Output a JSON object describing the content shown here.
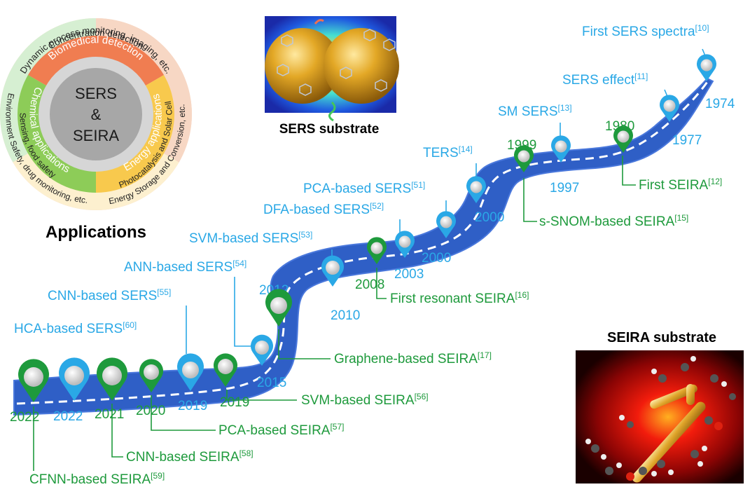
{
  "colors": {
    "road": "#2f5fc6",
    "road_edge": "#3d6fd6",
    "dash": "#ffffff",
    "sers": "#2aa8e6",
    "seira": "#1e9a3c",
    "wheel_outer": "#f7d7c4",
    "wheel_bio": "#f07d51",
    "wheel_chem": "#8dcc58",
    "wheel_chem_outer": "#d6efd2",
    "wheel_energy": "#f8c94d",
    "wheel_energy_outer": "#fdf0cf",
    "core_ring": "#d6d6d6",
    "core": "#a7a7a7"
  },
  "wheel": {
    "center_line1": "SERS",
    "center_line2": "&",
    "center_line3": "SEIRA",
    "bio_inner": "Biomedical detection",
    "bio_outer_1": "Concentration detection",
    "bio_outer_2": "Dynamic process monitoring, imaging, etc.",
    "chem_inner": "Chemical applications",
    "chem_outer_1": "Sensing, food safety",
    "chem_outer_2": "Environment Safety, drug monitoring, etc.",
    "energy_inner": "Energy applications",
    "energy_outer_1": "Photocatalysis and Solar Cell",
    "energy_outer_2": "Energy Storage and Conversion, etc.",
    "caption": "Applications"
  },
  "substrates": {
    "sers_caption": "SERS substrate",
    "seira_caption": "SEIRA substrate"
  },
  "sers_labels": [
    {
      "text": "First SERS spectra",
      "ref": "[10]"
    },
    {
      "text": "SERS effect",
      "ref": "[11]"
    },
    {
      "text": "SM SERS",
      "ref": "[13]"
    },
    {
      "text": "TERS",
      "ref": "[14]"
    },
    {
      "text": "PCA-based SERS",
      "ref": "[51]"
    },
    {
      "text": "DFA-based SERS",
      "ref": "[52]"
    },
    {
      "text": "SVM-based SERS",
      "ref": "[53]"
    },
    {
      "text": "ANN-based SERS",
      "ref": "[54]"
    },
    {
      "text": "CNN-based SERS",
      "ref": "[55]"
    },
    {
      "text": "HCA-based SERS",
      "ref": "[60]"
    }
  ],
  "seira_labels": [
    {
      "text": "First SEIRA",
      "ref": "[12]"
    },
    {
      "text": "s-SNOM-based SEIRA",
      "ref": "[15]"
    },
    {
      "text": "First resonant SEIRA",
      "ref": "[16]"
    },
    {
      "text": "Graphene-based SEIRA",
      "ref": "[17]"
    },
    {
      "text": "SVM-based SEIRA",
      "ref": "[56]"
    },
    {
      "text": "PCA-based SEIRA",
      "ref": "[57]"
    },
    {
      "text": "CNN-based SEIRA",
      "ref": "[58]"
    },
    {
      "text": "CFNN-based SEIRA",
      "ref": "[59]"
    }
  ],
  "years": {
    "sers": [
      "1974",
      "1977",
      "1997",
      "2000",
      "2000",
      "2003",
      "2010",
      "2012",
      "2015",
      "2019",
      "2022"
    ],
    "seira": [
      "1980",
      "1999",
      "2008",
      "2019",
      "2020",
      "2021",
      "2022"
    ]
  }
}
